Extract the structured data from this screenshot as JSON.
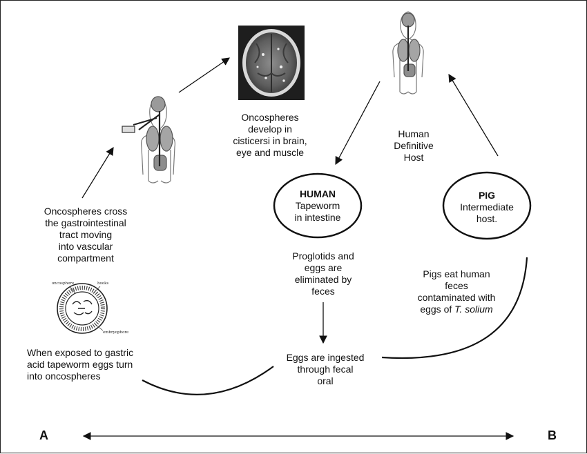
{
  "nodes": {
    "human_host": {
      "title": "HUMAN",
      "lines": [
        "Tapeworm",
        "in intestine"
      ]
    },
    "pig_host": {
      "title": "PIG",
      "lines": [
        "Intermediate",
        "host."
      ]
    }
  },
  "labels": {
    "oncospheres_develop": [
      "Oncospheres",
      "develop in",
      "cisticersi in brain,",
      "eye and muscle"
    ],
    "definitive_host": [
      "Human",
      "Definitive",
      "Host"
    ],
    "oncospheres_cross": [
      "Oncospheres cross",
      "the gastrointestinal",
      "tract moving",
      "into vascular",
      "compartment"
    ],
    "proglotids": [
      "Proglotids and",
      "eggs are",
      "eliminated by",
      "feces"
    ],
    "pigs_eat": [
      "Pigs eat human",
      "feces",
      "contaminated with"
    ],
    "pigs_eat_last_prefix": "eggs of ",
    "pigs_eat_last_italic": "T. solium",
    "gastric_acid": [
      "When exposed to gastric",
      "acid tapeworm eggs turn",
      "into oncospheres"
    ],
    "eggs_ingested": [
      "Eggs are ingested",
      "through fecal",
      "oral"
    ]
  },
  "egg_figure": {
    "label_oncosphere": "oncosphere",
    "label_hooks": "hooks",
    "label_embryophore": "embryophore"
  },
  "corners": {
    "left": "A",
    "right": "B"
  },
  "colors": {
    "ink": "#111111",
    "organ_gray": "#8a8a8a",
    "ct_dark": "#2a2a2a"
  }
}
